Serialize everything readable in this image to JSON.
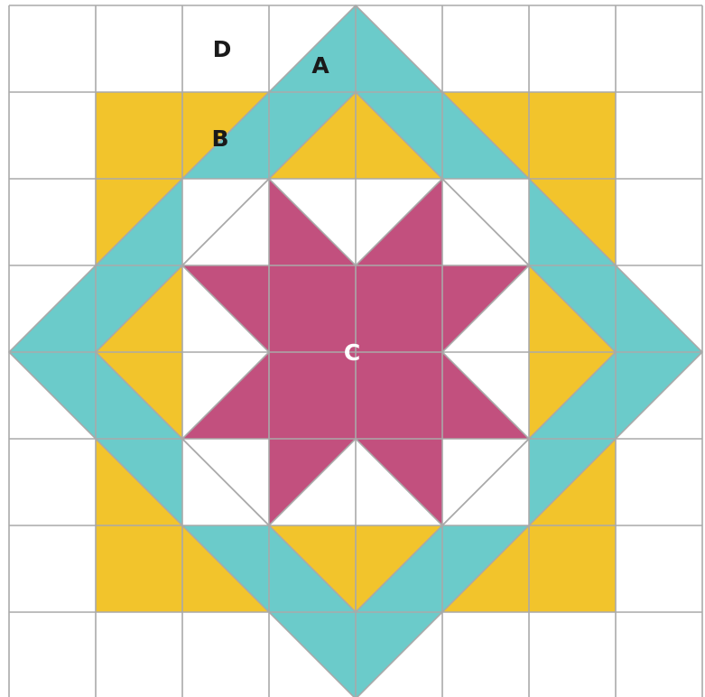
{
  "labels": {
    "a": "A",
    "b": "B",
    "c": "C",
    "d": "D"
  },
  "colors": {
    "background": "#ffffff",
    "gold": "#f2c42c",
    "teal": "#6bcbca",
    "magenta": "#c2507e",
    "grid": "#a9a9a9",
    "label_dark": "#1a1a1a",
    "label_light": "#ffffff"
  }
}
